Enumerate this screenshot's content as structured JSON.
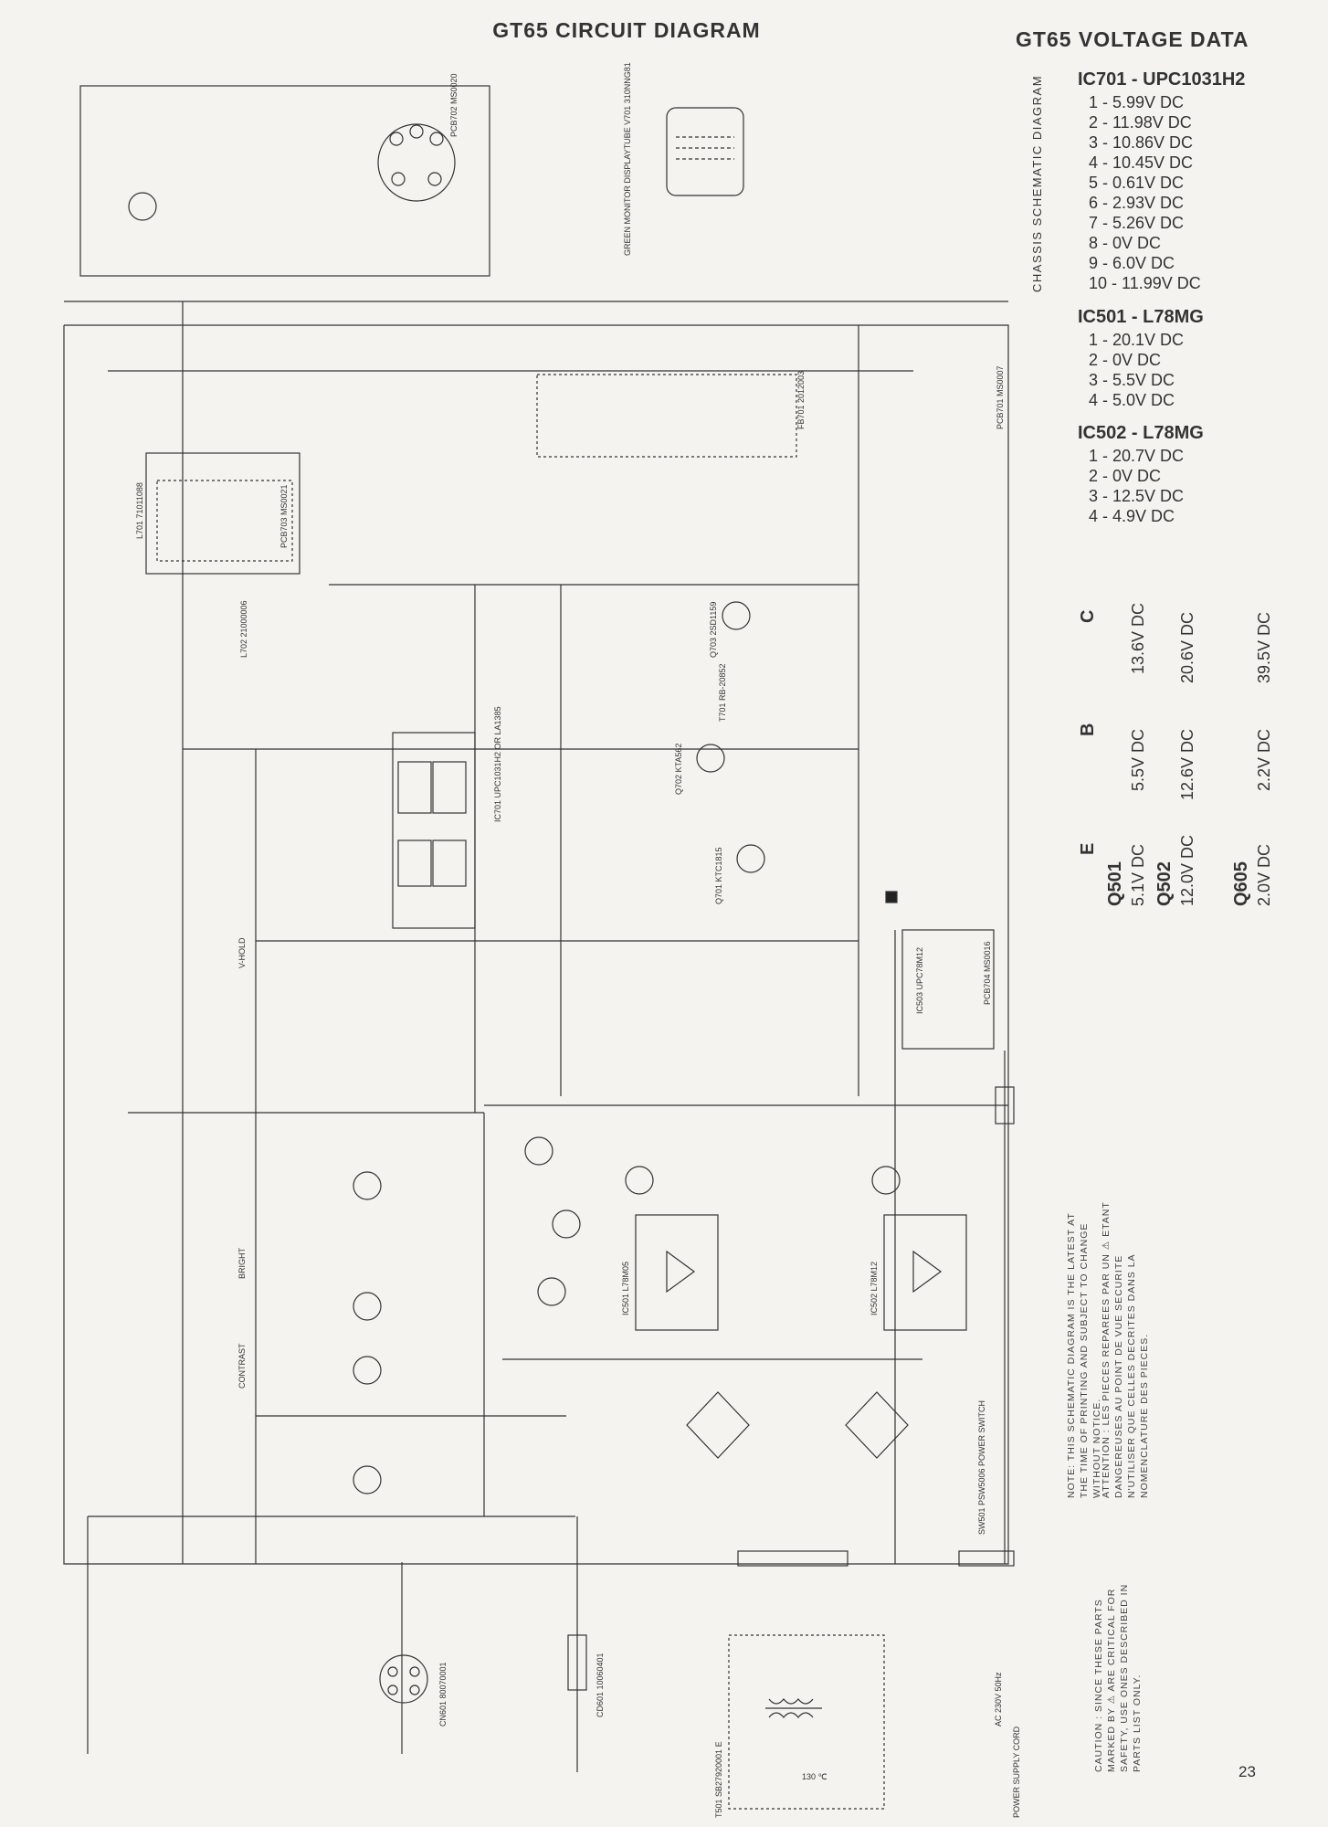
{
  "title": "GT65 CIRCUIT DIAGRAM",
  "voltage_title": "GT65 VOLTAGE DATA",
  "chassis_label": "CHASSIS SCHEMATIC DIAGRAM",
  "ic_tables": [
    {
      "name": "IC701 - UPC1031H2",
      "pins": [
        "1 - 5.99V DC",
        "2 - 11.98V DC",
        "3 - 10.86V DC",
        "4 - 10.45V DC",
        "5 - 0.61V DC",
        "6 - 2.93V DC",
        "7 - 5.26V DC",
        "8 - 0V DC",
        "9 - 6.0V DC",
        "10 - 11.99V DC"
      ]
    },
    {
      "name": "IC501 - L78MG",
      "pins": [
        "1 - 20.1V DC",
        "2 - 0V DC",
        "3 - 5.5V DC",
        "4 - 5.0V DC"
      ]
    },
    {
      "name": "IC502 - L78MG",
      "pins": [
        "1 - 20.7V DC",
        "2 - 0V DC",
        "3 - 12.5V DC",
        "4 - 4.9V DC"
      ]
    }
  ],
  "transistor_table": {
    "headers": [
      "E",
      "B",
      "C"
    ],
    "rows": [
      {
        "name": "Q501",
        "values": [
          "5.1V DC",
          "5.5V DC",
          "13.6V DC"
        ]
      },
      {
        "name": "Q502",
        "values": [
          "12.0V DC",
          "12.6V DC",
          "20.6V DC"
        ]
      },
      {
        "name": "Q605",
        "values": [
          "2.0V DC",
          "2.2V DC",
          "39.5V DC"
        ]
      }
    ]
  },
  "notes": {
    "note": "NOTE: THIS SCHEMATIC DIAGRAM IS THE LATEST AT THE TIME OF PRINTING AND SUBJECT TO CHANGE WITHOUT NOTICE.",
    "attention": "ATTENTION : LES PIECES REPAREES PAR UN ⚠ ETANT DANGEREUSES AU POINT DE VUE SECURITE N'UTILISER QUE CELLES DECRITES DANS LA NOMENCLATURE DES PIECES.",
    "caution": "CAUTION : SINCE THESE PARTS MARKED BY ⚠ ARE CRITICAL FOR SAFETY, USE ONES DESCRIBED IN PARTS LIST ONLY."
  },
  "component_labels": {
    "pcb702": "PCB702 MS0020",
    "v701": "GREEN MONITOR DISPLAYTUBE V701 310NNG81",
    "fb701": "FB701 2012003",
    "pcb701": "PCB701 MS0007",
    "l701": "L701 71011088",
    "pcb703": "PCB703 MS0021",
    "l702": "L702 21000006",
    "ic701": "IC701 UPC1031H2 OR LA1385",
    "t701": "T701 RB-20852",
    "q703": "Q703 2SD1159",
    "q702": "Q702 KTA562",
    "q701": "Q701 KTC1815",
    "pcb704": "PCB704 MS0016",
    "ic503": "IC503 UPC78M12",
    "ic501": "IC501 L78M05",
    "ic502": "IC502 L78M12",
    "t501": "T501 SB27920001 E",
    "cd601": "CD601 10060401",
    "cn601": "CN601 80070001",
    "power_switch": "SW501 PSW5006 POWER SWITCH",
    "power_cord": "POWER SUPPLY CORD",
    "ac": "AC 230V 50Hz",
    "fuse": "130 ℃",
    "contrast": "CONTRAST",
    "bright": "BRIGHT",
    "vhold": "V-HOLD"
  },
  "page_number": "23"
}
